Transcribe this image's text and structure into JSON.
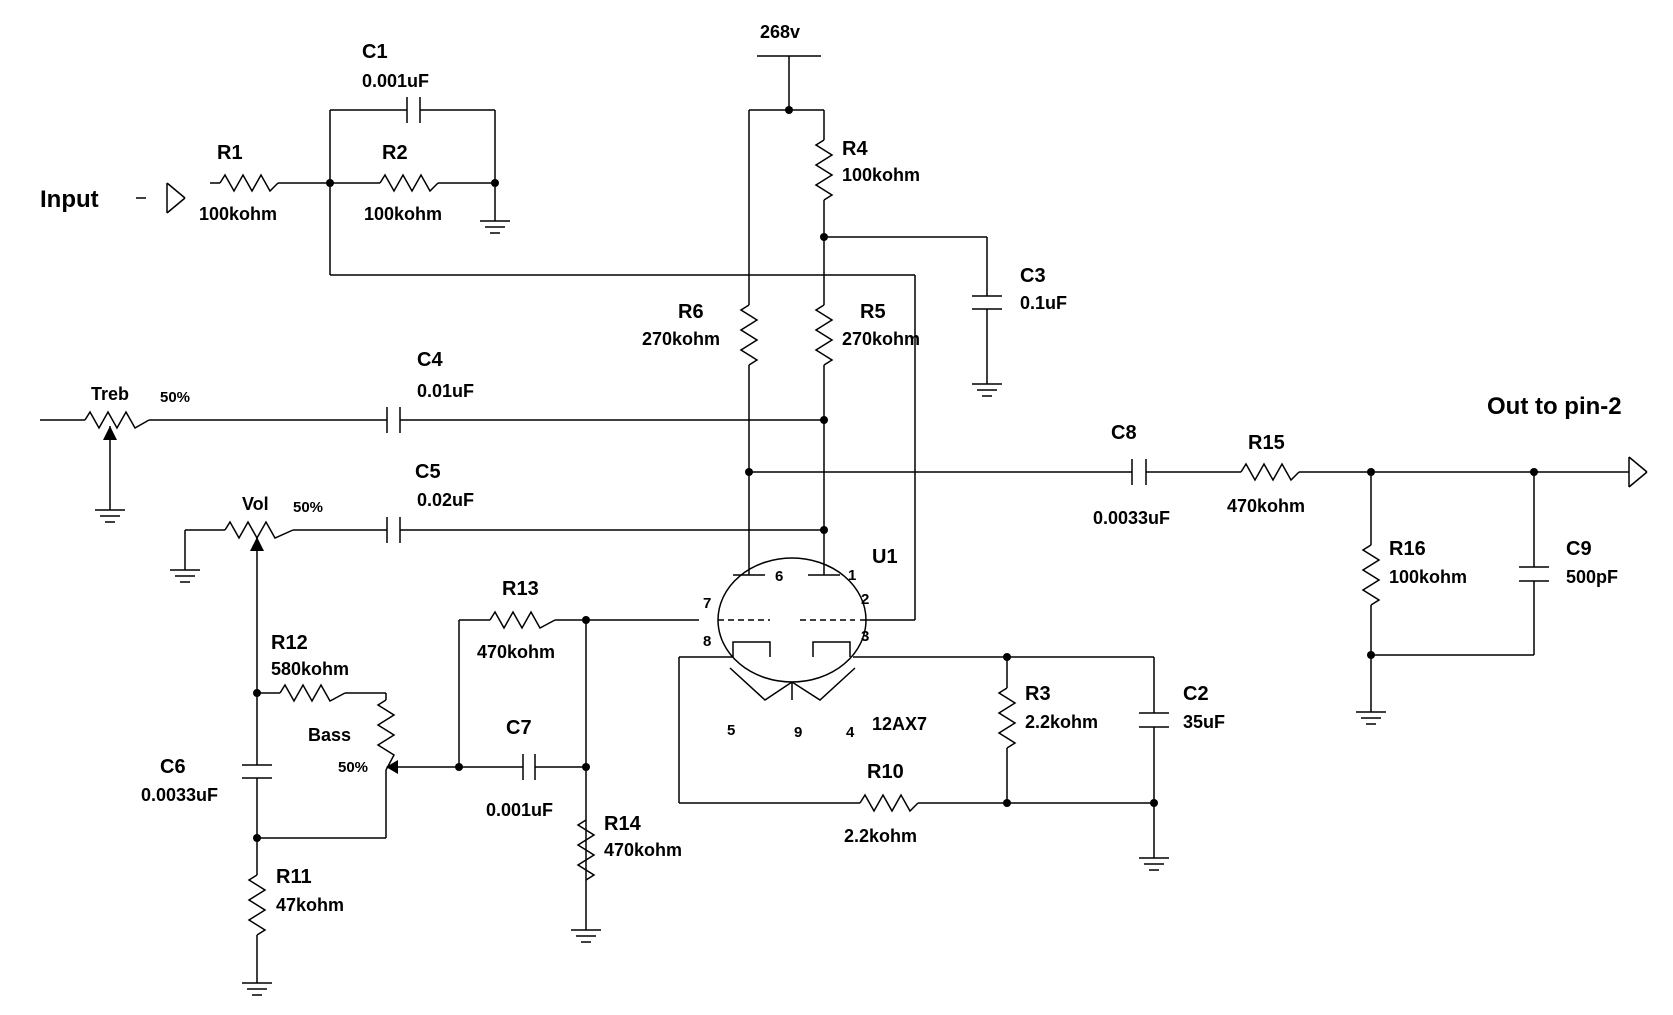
{
  "supply": "268v",
  "input_label": "Input",
  "output_label": "Out to pin-2",
  "components": {
    "C1": {
      "name": "C1",
      "value": "0.001uF"
    },
    "C2": {
      "name": "C2",
      "value": "35uF"
    },
    "C3": {
      "name": "C3",
      "value": "0.1uF"
    },
    "C4": {
      "name": "C4",
      "value": "0.01uF"
    },
    "C5": {
      "name": "C5",
      "value": "0.02uF"
    },
    "C6": {
      "name": "C6",
      "value": "0.0033uF"
    },
    "C7": {
      "name": "C7",
      "value": "0.001uF"
    },
    "C8": {
      "name": "C8",
      "value": "0.0033uF"
    },
    "C9": {
      "name": "C9",
      "value": "500pF"
    },
    "R1": {
      "name": "R1",
      "value": "100kohm"
    },
    "R2": {
      "name": "R2",
      "value": "100kohm"
    },
    "R3": {
      "name": "R3",
      "value": "2.2kohm"
    },
    "R4": {
      "name": "R4",
      "value": "100kohm"
    },
    "R5": {
      "name": "R5",
      "value": "270kohm"
    },
    "R6": {
      "name": "R6",
      "value": "270kohm"
    },
    "R10": {
      "name": "R10",
      "value": "2.2kohm"
    },
    "R11": {
      "name": "R11",
      "value": "47kohm"
    },
    "R12": {
      "name": "R12",
      "value": "580kohm"
    },
    "R13": {
      "name": "R13",
      "value": "470kohm"
    },
    "R14": {
      "name": "R14",
      "value": "470kohm"
    },
    "R15": {
      "name": "R15",
      "value": "470kohm"
    },
    "R16": {
      "name": "R16",
      "value": "100kohm"
    }
  },
  "pots": {
    "treb": {
      "name": "Treb",
      "value": "50%"
    },
    "vol": {
      "name": "Vol",
      "value": "50%"
    },
    "bass": {
      "name": "Bass",
      "value": "50%"
    }
  },
  "tube": {
    "name": "U1",
    "type": "12AX7",
    "pins": {
      "p1": "1",
      "p2": "2",
      "p3": "3",
      "p4": "4",
      "p5": "5",
      "p6": "6",
      "p7": "7",
      "p8": "8",
      "p9": "9"
    }
  }
}
